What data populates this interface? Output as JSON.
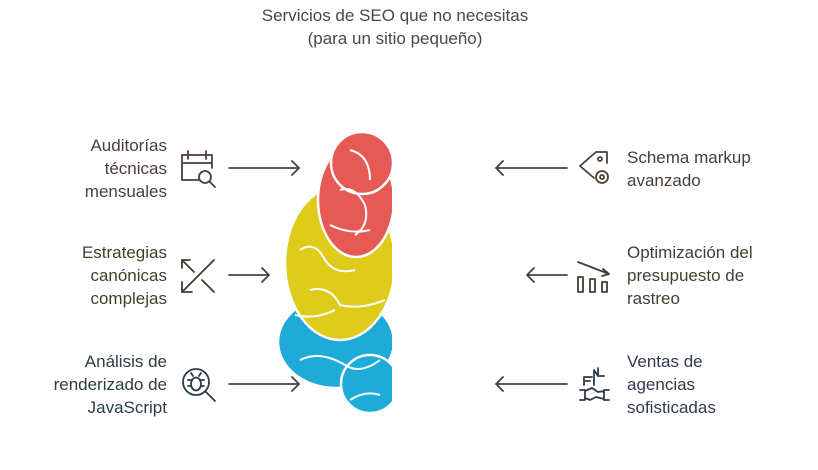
{
  "title": "Servicios de SEO que no necesitas (para un sitio pequeño)",
  "colors": {
    "red": "#e55a55",
    "orange": "#de8330",
    "yellow": "#dfcb1a",
    "green": "#93bc3a",
    "cyan": "#1fabd8",
    "blue": "#4f88e3"
  },
  "left_items": [
    {
      "label_lines": [
        "Auditorías",
        "técnicas",
        "mensuales"
      ],
      "icon": "calendar-search-icon"
    },
    {
      "label_lines": [
        "Estrategias",
        "canónicas",
        "complejas"
      ],
      "icon": "arrows-diagonal-icon"
    },
    {
      "label_lines": [
        "Análisis de",
        "renderizado de",
        "JavaScript"
      ],
      "icon": "bug-search-icon"
    }
  ],
  "right_items": [
    {
      "label_lines": [
        "Schema markup",
        "avanzado"
      ],
      "icon": "tag-gear-icon"
    },
    {
      "label_lines": [
        "Optimización del",
        "presupuesto de",
        "rastreo"
      ],
      "icon": "bars-trend-down-icon"
    },
    {
      "label_lines": [
        "Ventas de",
        "agencias",
        "sofisticadas"
      ],
      "icon": "handshake-icon"
    }
  ]
}
